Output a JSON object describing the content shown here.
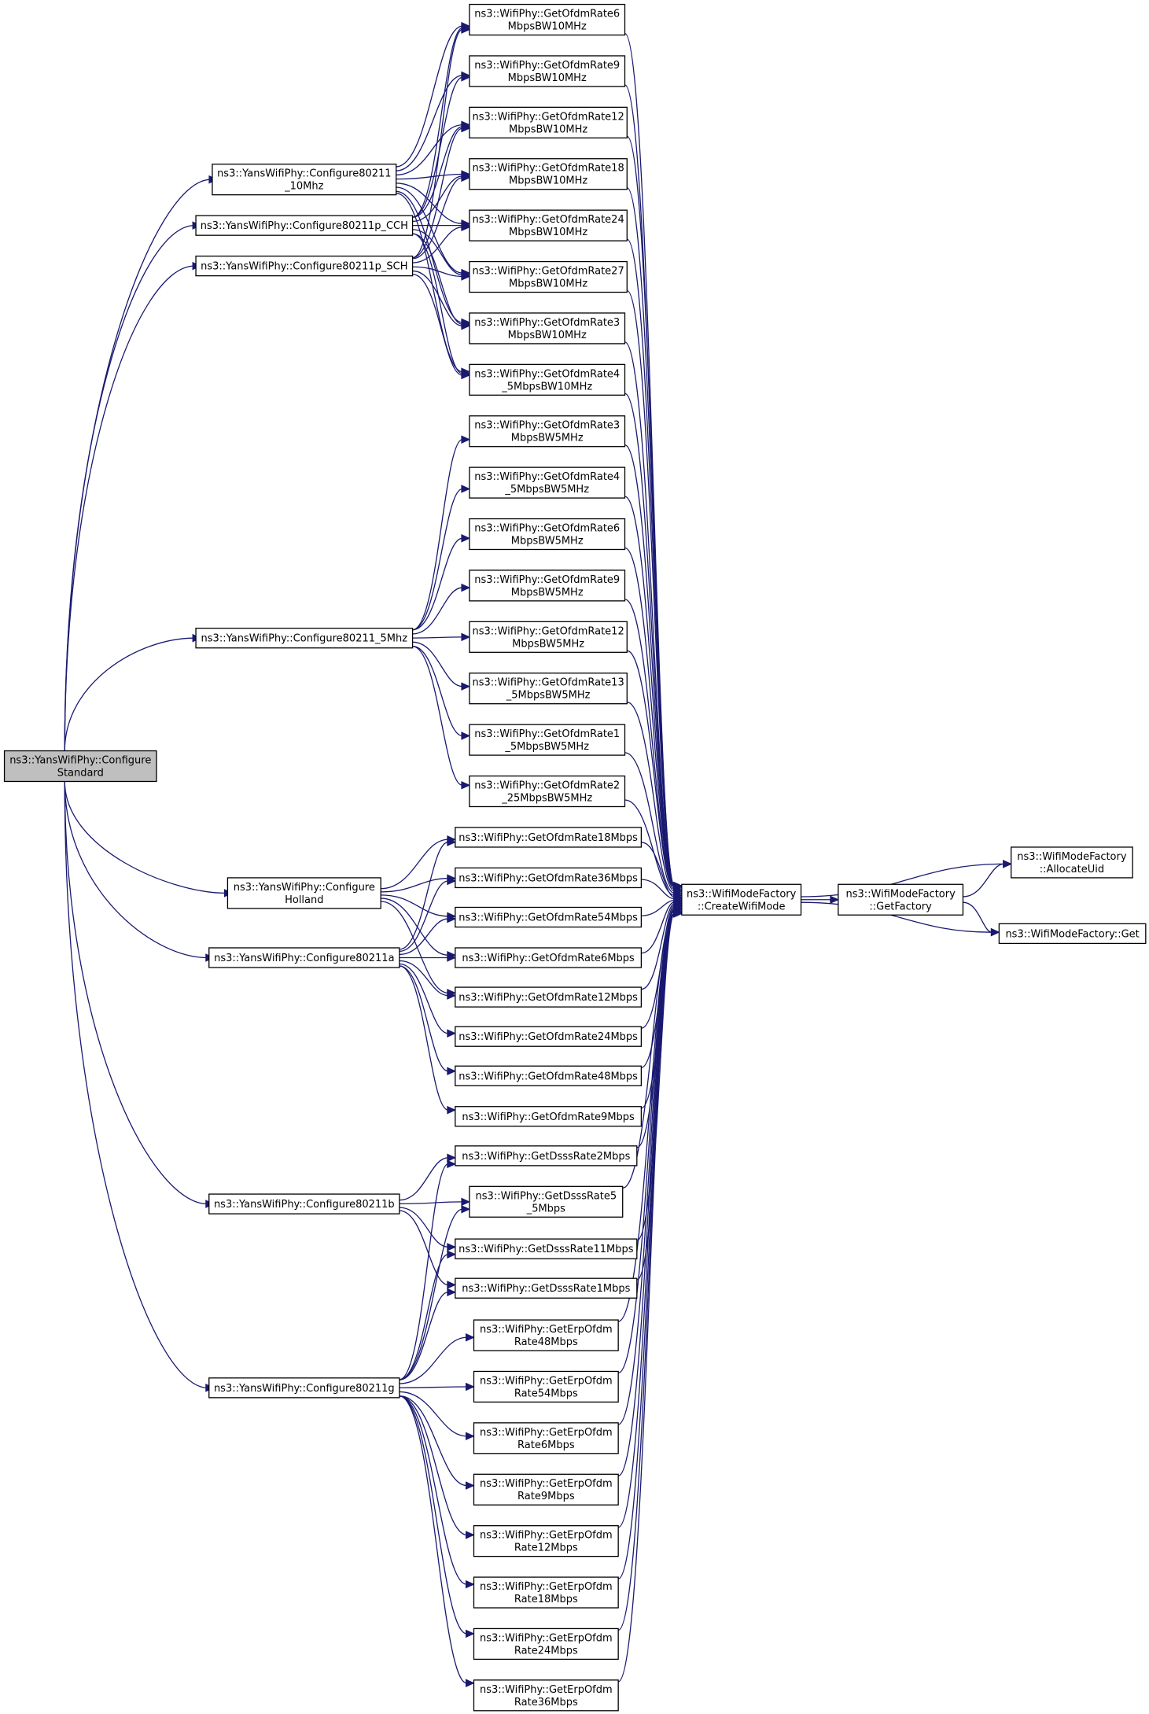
{
  "diagram": {
    "type": "call-graph",
    "nodes": [
      {
        "id": "cfgstd",
        "lines": [
          "ns3::YansWifiPhy::Configure",
          "Standard"
        ],
        "root": true
      },
      {
        "id": "c10",
        "lines": [
          "ns3::YansWifiPhy::Configure80211",
          "_10Mhz"
        ]
      },
      {
        "id": "ccch",
        "lines": [
          "ns3::YansWifiPhy::Configure80211p_CCH"
        ]
      },
      {
        "id": "csch",
        "lines": [
          "ns3::YansWifiPhy::Configure80211p_SCH"
        ]
      },
      {
        "id": "c5",
        "lines": [
          "ns3::YansWifiPhy::Configure80211_5Mhz"
        ]
      },
      {
        "id": "chol",
        "lines": [
          "ns3::YansWifiPhy::Configure",
          "Holland"
        ]
      },
      {
        "id": "ca",
        "lines": [
          "ns3::YansWifiPhy::Configure80211a"
        ]
      },
      {
        "id": "cb",
        "lines": [
          "ns3::YansWifiPhy::Configure80211b"
        ]
      },
      {
        "id": "cg",
        "lines": [
          "ns3::YansWifiPhy::Configure80211g"
        ]
      },
      {
        "id": "o6_10",
        "lines": [
          "ns3::WifiPhy::GetOfdmRate6",
          "MbpsBW10MHz"
        ]
      },
      {
        "id": "o9_10",
        "lines": [
          "ns3::WifiPhy::GetOfdmRate9",
          "MbpsBW10MHz"
        ]
      },
      {
        "id": "o12_10",
        "lines": [
          "ns3::WifiPhy::GetOfdmRate12",
          "MbpsBW10MHz"
        ]
      },
      {
        "id": "o18_10",
        "lines": [
          "ns3::WifiPhy::GetOfdmRate18",
          "MbpsBW10MHz"
        ]
      },
      {
        "id": "o24_10",
        "lines": [
          "ns3::WifiPhy::GetOfdmRate24",
          "MbpsBW10MHz"
        ]
      },
      {
        "id": "o27_10",
        "lines": [
          "ns3::WifiPhy::GetOfdmRate27",
          "MbpsBW10MHz"
        ]
      },
      {
        "id": "o3_10",
        "lines": [
          "ns3::WifiPhy::GetOfdmRate3",
          "MbpsBW10MHz"
        ]
      },
      {
        "id": "o45_10",
        "lines": [
          "ns3::WifiPhy::GetOfdmRate4",
          "_5MbpsBW10MHz"
        ]
      },
      {
        "id": "o3_5",
        "lines": [
          "ns3::WifiPhy::GetOfdmRate3",
          "MbpsBW5MHz"
        ]
      },
      {
        "id": "o45_5",
        "lines": [
          "ns3::WifiPhy::GetOfdmRate4",
          "_5MbpsBW5MHz"
        ]
      },
      {
        "id": "o6_5",
        "lines": [
          "ns3::WifiPhy::GetOfdmRate6",
          "MbpsBW5MHz"
        ]
      },
      {
        "id": "o9_5",
        "lines": [
          "ns3::WifiPhy::GetOfdmRate9",
          "MbpsBW5MHz"
        ]
      },
      {
        "id": "o12_5",
        "lines": [
          "ns3::WifiPhy::GetOfdmRate12",
          "MbpsBW5MHz"
        ]
      },
      {
        "id": "o135_5",
        "lines": [
          "ns3::WifiPhy::GetOfdmRate13",
          "_5MbpsBW5MHz"
        ]
      },
      {
        "id": "o15_5",
        "lines": [
          "ns3::WifiPhy::GetOfdmRate1",
          "_5MbpsBW5MHz"
        ]
      },
      {
        "id": "o225_5",
        "lines": [
          "ns3::WifiPhy::GetOfdmRate2",
          "_25MbpsBW5MHz"
        ]
      },
      {
        "id": "o18",
        "lines": [
          "ns3::WifiPhy::GetOfdmRate18Mbps"
        ]
      },
      {
        "id": "o36",
        "lines": [
          "ns3::WifiPhy::GetOfdmRate36Mbps"
        ]
      },
      {
        "id": "o54",
        "lines": [
          "ns3::WifiPhy::GetOfdmRate54Mbps"
        ]
      },
      {
        "id": "o6",
        "lines": [
          "ns3::WifiPhy::GetOfdmRate6Mbps"
        ]
      },
      {
        "id": "o12",
        "lines": [
          "ns3::WifiPhy::GetOfdmRate12Mbps"
        ]
      },
      {
        "id": "o24",
        "lines": [
          "ns3::WifiPhy::GetOfdmRate24Mbps"
        ]
      },
      {
        "id": "o48",
        "lines": [
          "ns3::WifiPhy::GetOfdmRate48Mbps"
        ]
      },
      {
        "id": "o9",
        "lines": [
          "ns3::WifiPhy::GetOfdmRate9Mbps"
        ]
      },
      {
        "id": "d2",
        "lines": [
          "ns3::WifiPhy::GetDsssRate2Mbps"
        ]
      },
      {
        "id": "d55",
        "lines": [
          "ns3::WifiPhy::GetDsssRate5",
          "_5Mbps"
        ]
      },
      {
        "id": "d11",
        "lines": [
          "ns3::WifiPhy::GetDsssRate11Mbps"
        ]
      },
      {
        "id": "d1",
        "lines": [
          "ns3::WifiPhy::GetDsssRate1Mbps"
        ]
      },
      {
        "id": "e48",
        "lines": [
          "ns3::WifiPhy::GetErpOfdm",
          "Rate48Mbps"
        ]
      },
      {
        "id": "e54",
        "lines": [
          "ns3::WifiPhy::GetErpOfdm",
          "Rate54Mbps"
        ]
      },
      {
        "id": "e6",
        "lines": [
          "ns3::WifiPhy::GetErpOfdm",
          "Rate6Mbps"
        ]
      },
      {
        "id": "e9",
        "lines": [
          "ns3::WifiPhy::GetErpOfdm",
          "Rate9Mbps"
        ]
      },
      {
        "id": "e12",
        "lines": [
          "ns3::WifiPhy::GetErpOfdm",
          "Rate12Mbps"
        ]
      },
      {
        "id": "e18",
        "lines": [
          "ns3::WifiPhy::GetErpOfdm",
          "Rate18Mbps"
        ]
      },
      {
        "id": "e24",
        "lines": [
          "ns3::WifiPhy::GetErpOfdm",
          "Rate24Mbps"
        ]
      },
      {
        "id": "e36",
        "lines": [
          "ns3::WifiPhy::GetErpOfdm",
          "Rate36Mbps"
        ]
      },
      {
        "id": "cwm",
        "lines": [
          "ns3::WifiModeFactory",
          "::CreateWifiMode"
        ]
      },
      {
        "id": "gf",
        "lines": [
          "ns3::WifiModeFactory",
          "::GetFactory"
        ]
      },
      {
        "id": "au",
        "lines": [
          "ns3::WifiModeFactory",
          "::AllocateUid"
        ]
      },
      {
        "id": "get",
        "lines": [
          "ns3::WifiModeFactory::Get"
        ]
      }
    ],
    "edges": [
      [
        "cfgstd",
        "c10"
      ],
      [
        "cfgstd",
        "ccch"
      ],
      [
        "cfgstd",
        "csch"
      ],
      [
        "cfgstd",
        "c5"
      ],
      [
        "cfgstd",
        "chol"
      ],
      [
        "cfgstd",
        "ca"
      ],
      [
        "cfgstd",
        "cb"
      ],
      [
        "cfgstd",
        "cg"
      ],
      [
        "c10",
        "o6_10"
      ],
      [
        "c10",
        "o9_10"
      ],
      [
        "c10",
        "o12_10"
      ],
      [
        "c10",
        "o18_10"
      ],
      [
        "c10",
        "o24_10"
      ],
      [
        "c10",
        "o27_10"
      ],
      [
        "c10",
        "o3_10"
      ],
      [
        "c10",
        "o45_10"
      ],
      [
        "ccch",
        "o6_10"
      ],
      [
        "ccch",
        "o9_10"
      ],
      [
        "ccch",
        "o12_10"
      ],
      [
        "ccch",
        "o18_10"
      ],
      [
        "ccch",
        "o24_10"
      ],
      [
        "ccch",
        "o27_10"
      ],
      [
        "ccch",
        "o3_10"
      ],
      [
        "ccch",
        "o45_10"
      ],
      [
        "csch",
        "o6_10"
      ],
      [
        "csch",
        "o12_10"
      ],
      [
        "csch",
        "o18_10"
      ],
      [
        "csch",
        "o24_10"
      ],
      [
        "csch",
        "o27_10"
      ],
      [
        "csch",
        "o3_10"
      ],
      [
        "csch",
        "o45_10"
      ],
      [
        "c5",
        "o3_5"
      ],
      [
        "c5",
        "o45_5"
      ],
      [
        "c5",
        "o6_5"
      ],
      [
        "c5",
        "o9_5"
      ],
      [
        "c5",
        "o12_5"
      ],
      [
        "c5",
        "o135_5"
      ],
      [
        "c5",
        "o15_5"
      ],
      [
        "c5",
        "o225_5"
      ],
      [
        "chol",
        "o18"
      ],
      [
        "chol",
        "o36"
      ],
      [
        "chol",
        "o54"
      ],
      [
        "chol",
        "o6"
      ],
      [
        "chol",
        "o12"
      ],
      [
        "ca",
        "o18"
      ],
      [
        "ca",
        "o36"
      ],
      [
        "ca",
        "o54"
      ],
      [
        "ca",
        "o6"
      ],
      [
        "ca",
        "o12"
      ],
      [
        "ca",
        "o24"
      ],
      [
        "ca",
        "o48"
      ],
      [
        "ca",
        "o9"
      ],
      [
        "cb",
        "d2"
      ],
      [
        "cb",
        "d55"
      ],
      [
        "cb",
        "d11"
      ],
      [
        "cb",
        "d1"
      ],
      [
        "cg",
        "d2"
      ],
      [
        "cg",
        "d55"
      ],
      [
        "cg",
        "d11"
      ],
      [
        "cg",
        "d1"
      ],
      [
        "cg",
        "e48"
      ],
      [
        "cg",
        "e54"
      ],
      [
        "cg",
        "e6"
      ],
      [
        "cg",
        "e9"
      ],
      [
        "cg",
        "e12"
      ],
      [
        "cg",
        "e18"
      ],
      [
        "cg",
        "e24"
      ],
      [
        "cg",
        "e36"
      ],
      [
        "o6_10",
        "cwm"
      ],
      [
        "o9_10",
        "cwm"
      ],
      [
        "o12_10",
        "cwm"
      ],
      [
        "o18_10",
        "cwm"
      ],
      [
        "o24_10",
        "cwm"
      ],
      [
        "o27_10",
        "cwm"
      ],
      [
        "o3_10",
        "cwm"
      ],
      [
        "o45_10",
        "cwm"
      ],
      [
        "o3_5",
        "cwm"
      ],
      [
        "o45_5",
        "cwm"
      ],
      [
        "o6_5",
        "cwm"
      ],
      [
        "o9_5",
        "cwm"
      ],
      [
        "o12_5",
        "cwm"
      ],
      [
        "o135_5",
        "cwm"
      ],
      [
        "o15_5",
        "cwm"
      ],
      [
        "o225_5",
        "cwm"
      ],
      [
        "o18",
        "cwm"
      ],
      [
        "o36",
        "cwm"
      ],
      [
        "o54",
        "cwm"
      ],
      [
        "o6",
        "cwm"
      ],
      [
        "o12",
        "cwm"
      ],
      [
        "o24",
        "cwm"
      ],
      [
        "o48",
        "cwm"
      ],
      [
        "o9",
        "cwm"
      ],
      [
        "d2",
        "cwm"
      ],
      [
        "d55",
        "cwm"
      ],
      [
        "d11",
        "cwm"
      ],
      [
        "d1",
        "cwm"
      ],
      [
        "e48",
        "cwm"
      ],
      [
        "e54",
        "cwm"
      ],
      [
        "e6",
        "cwm"
      ],
      [
        "e9",
        "cwm"
      ],
      [
        "e12",
        "cwm"
      ],
      [
        "e18",
        "cwm"
      ],
      [
        "e24",
        "cwm"
      ],
      [
        "e36",
        "cwm"
      ],
      [
        "cwm",
        "gf"
      ],
      [
        "cwm",
        "au"
      ],
      [
        "cwm",
        "get"
      ],
      [
        "gf",
        "au"
      ],
      [
        "gf",
        "get"
      ]
    ],
    "colors": {
      "edge": "#191970",
      "root_fill": "#bfbfbf",
      "node_fill": "#ffffff",
      "node_border": "#000000"
    }
  }
}
